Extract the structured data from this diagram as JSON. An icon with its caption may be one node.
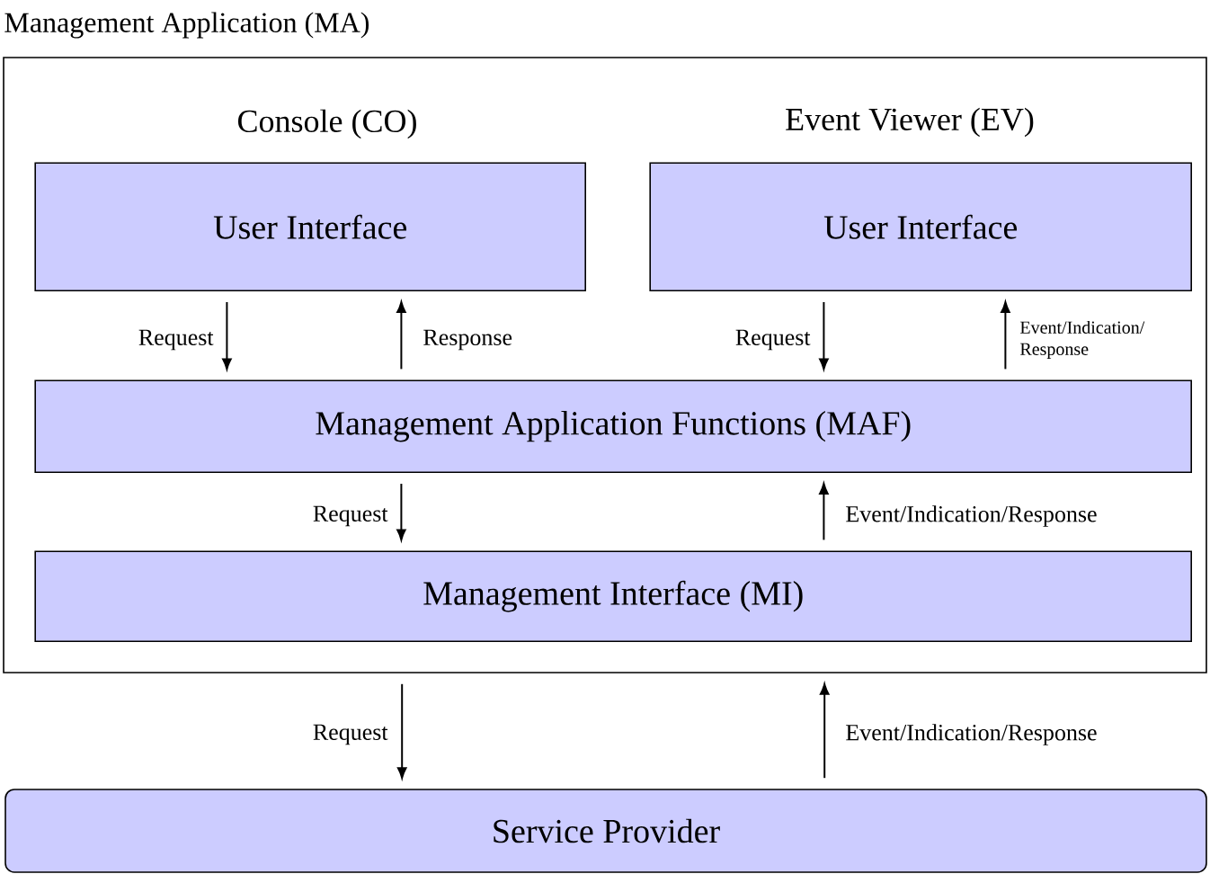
{
  "diagram": {
    "nodes": [
      {
        "text": [
          "Management Application (MA)"
        ]
      },
      {
        "text": [
          "Console (CO)",
          "User Interface"
        ],
        "in": 0
      },
      {
        "text": [
          "Event Viewer (EV)",
          "User Interface"
        ],
        "in": 0
      },
      {
        "text": [
          "Management Application Functions (MAF)"
        ],
        "in": 0
      },
      {
        "text": [
          "Management Interface (MI)"
        ],
        "in": 0
      },
      {
        "text": [
          "Service Provider"
        ]
      }
    ],
    "edges": [
      {
        "from": 1,
        "to": 3,
        "arrow": "to",
        "label": "Request"
      },
      {
        "from": 3,
        "to": 1,
        "arrow": "to",
        "label": "Response"
      },
      {
        "from": 2,
        "to": 3,
        "arrow": "to",
        "label": "Request"
      },
      {
        "from": 3,
        "to": 2,
        "arrow": "to",
        "label": "Event/Indication/ Response"
      },
      {
        "from": 3,
        "to": 4,
        "arrow": "to",
        "label": "Request"
      },
      {
        "from": 4,
        "to": 3,
        "arrow": "to",
        "label": "Event/Indication/Response"
      },
      {
        "from": 0,
        "to": 5,
        "arrow": "to",
        "label": "Request"
      },
      {
        "from": 5,
        "to": 0,
        "arrow": "to",
        "label": "Event/Indication/Response"
      }
    ]
  }
}
